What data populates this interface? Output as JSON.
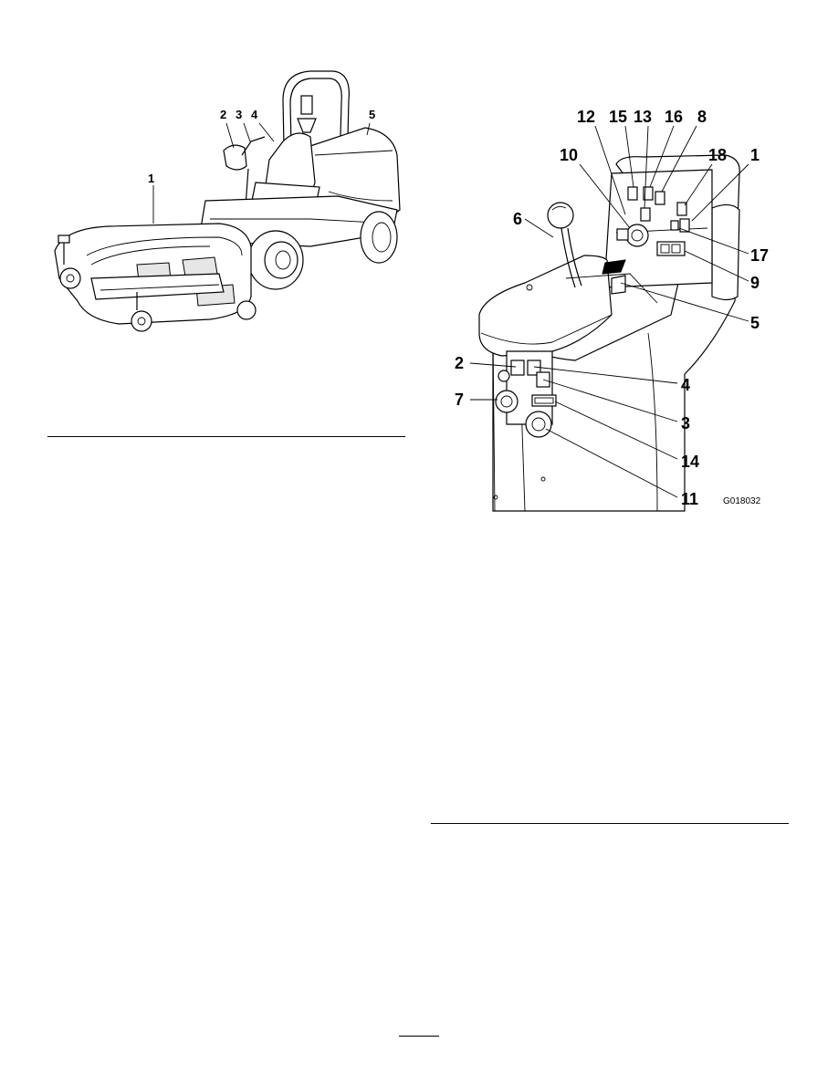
{
  "figure_left": {
    "callouts": [
      "1",
      "2",
      "3",
      "4",
      "5"
    ]
  },
  "figure_right": {
    "callouts": [
      "12",
      "15",
      "13",
      "16",
      "8",
      "10",
      "18",
      "1",
      "6",
      "17",
      "9",
      "5",
      "2",
      "4",
      "7",
      "3",
      "14",
      "11"
    ],
    "figure_id": "G018032"
  }
}
